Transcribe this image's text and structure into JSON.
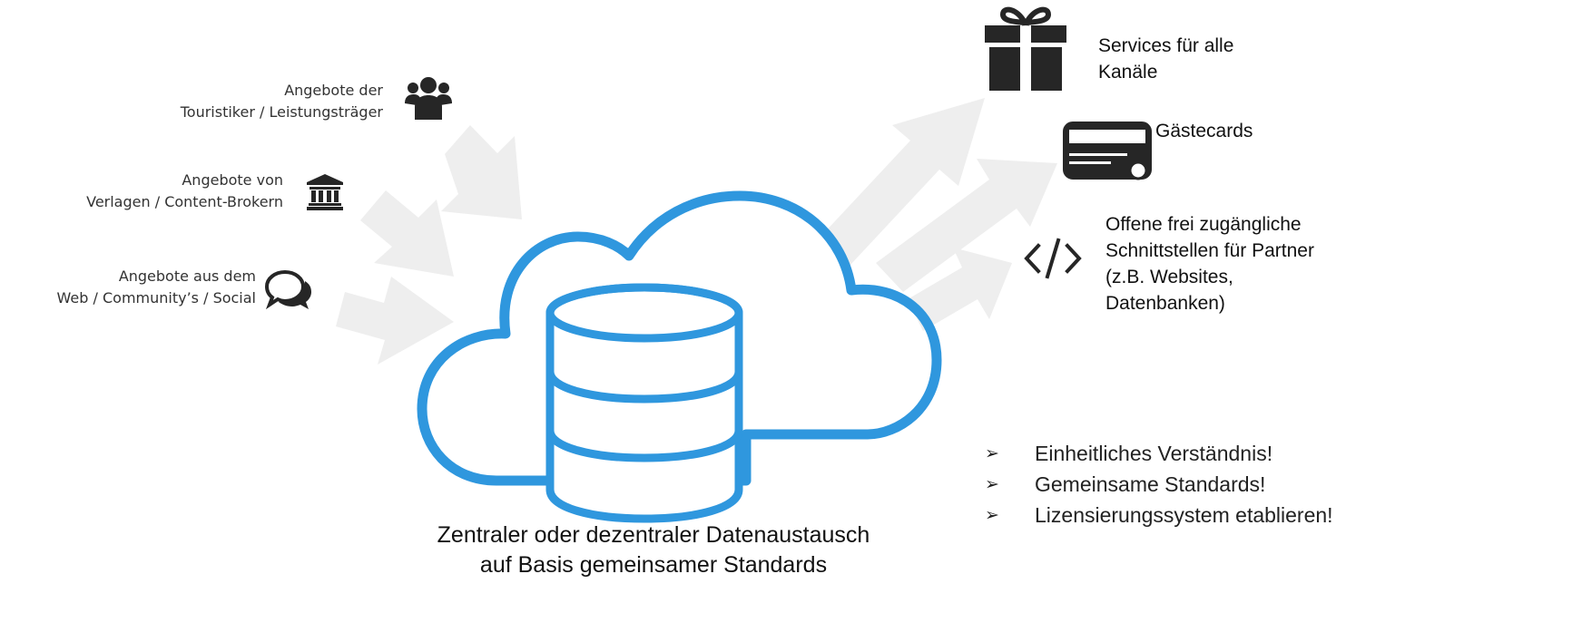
{
  "sources": [
    {
      "line1": "Angebote der",
      "line2": "Touristiker / Leistungsträger",
      "icon": "users-group-icon"
    },
    {
      "line1": "Angebote von",
      "line2": "Verlagen / Content-Brokern",
      "icon": "institution-icon"
    },
    {
      "line1": "Angebote aus dem",
      "line2": "Web / Community’s / Social",
      "icon": "chat-bubbles-icon"
    }
  ],
  "outputs": [
    {
      "line1": "Services für alle",
      "line2": "Kanäle",
      "icon": "gift-icon"
    },
    {
      "line1": "Gästecards",
      "icon": "card-icon"
    },
    {
      "line1": "Offene frei zugängliche",
      "line2": "Schnittstellen für Partner",
      "line3": "(z.B. Websites,",
      "line4": "Datenbanken)",
      "icon": "code-brackets-icon"
    }
  ],
  "caption": {
    "line1": "Zentraler oder dezentraler Datenaustausch",
    "line2": "auf Basis gemeinsamer Standards"
  },
  "bullets": {
    "marker": "➢",
    "items": [
      "Einheitliches Verständnis!",
      "Gemeinsame Standards!",
      "Lizensierungssystem etablieren!"
    ]
  },
  "colors": {
    "cloud": "#2f97de",
    "arrow": "#eeeeee",
    "icon": "#262626"
  }
}
